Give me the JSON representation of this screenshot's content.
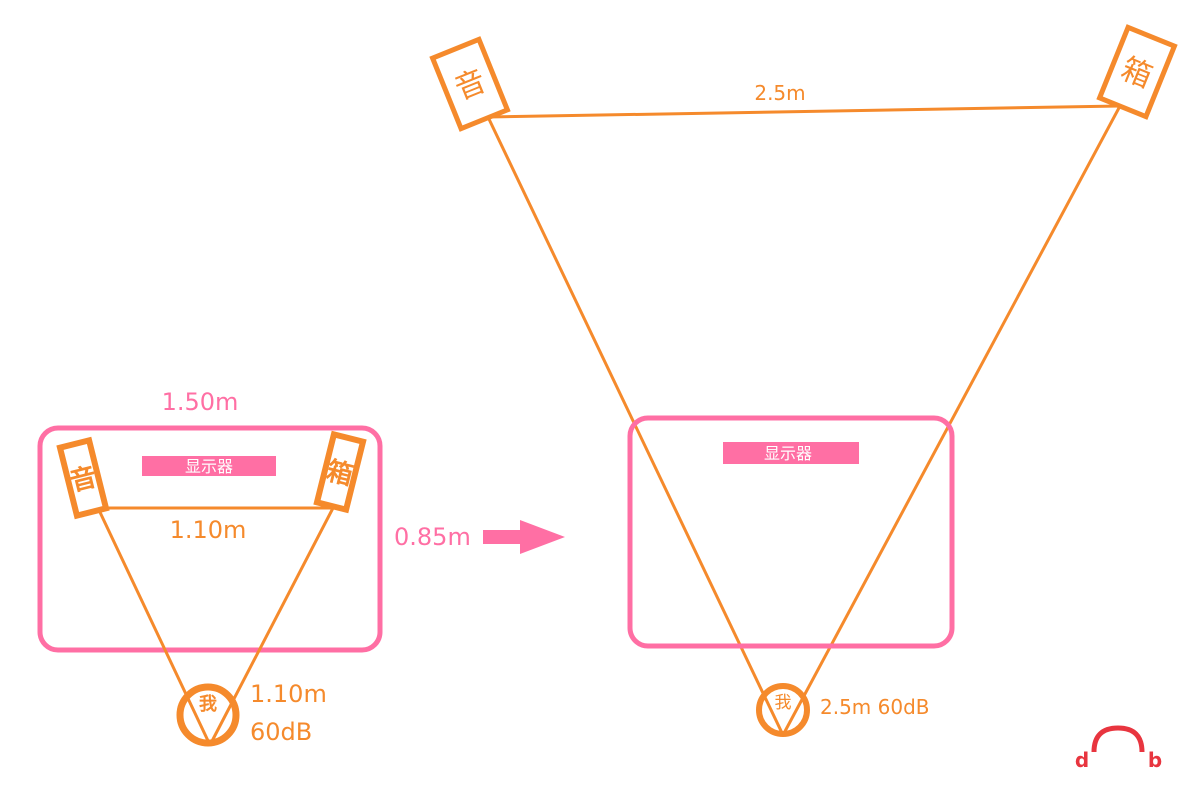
{
  "colors": {
    "pink": "#ff6fa4",
    "orange": "#f58a2c",
    "logo_red": "#e8353f",
    "background": "#ffffff"
  },
  "left_setup": {
    "monitor_width_label": "1.50m",
    "monitor_label": "显示器",
    "speaker_left_char": "音",
    "speaker_right_char": "箱",
    "speaker_spacing_label": "1.10m",
    "listener_char": "我",
    "listener_distance_label": "1.10m",
    "listener_level_label": "60dB"
  },
  "move_arrow": {
    "distance_label": "0.85m"
  },
  "right_setup": {
    "speaker_left_char": "音",
    "speaker_right_char": "箱",
    "speaker_spacing_label": "2.5m",
    "monitor_label": "显示器",
    "listener_char": "我",
    "listener_label": "2.5m 60dB"
  },
  "logo": {
    "icon": "headphones-logo-icon",
    "left_letter": "d",
    "right_letter": "b"
  }
}
